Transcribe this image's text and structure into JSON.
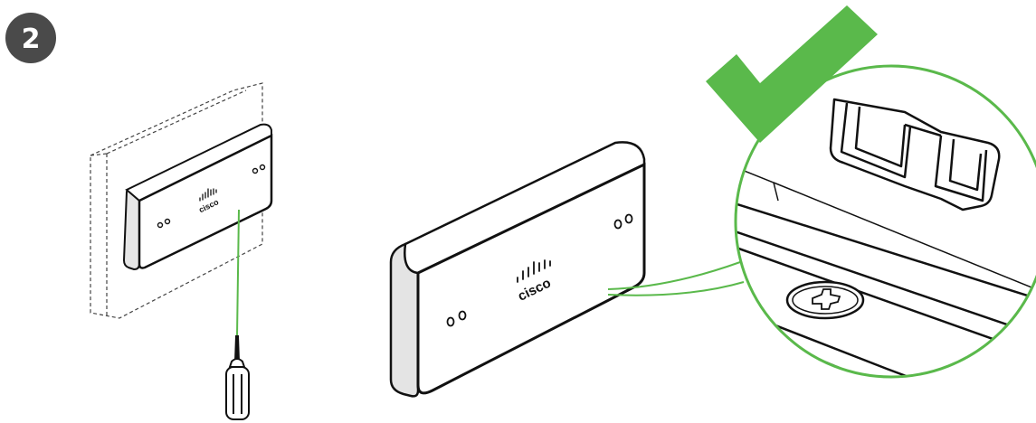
{
  "step": {
    "number": "2"
  },
  "device_small": {
    "logo_text": "cisco"
  },
  "device_large": {
    "logo_text": "cisco"
  },
  "colors": {
    "badge": "#4a4a4a",
    "accent_green": "#5ab94b",
    "outline": "#111111",
    "wall_dash": "#444444"
  },
  "icons": {
    "step_badge": "numbered-circle",
    "checkmark": "checkmark-icon",
    "screwdriver": "screwdriver-icon",
    "screw": "phillips-screw-icon",
    "bracket": "mounting-bracket-icon"
  }
}
